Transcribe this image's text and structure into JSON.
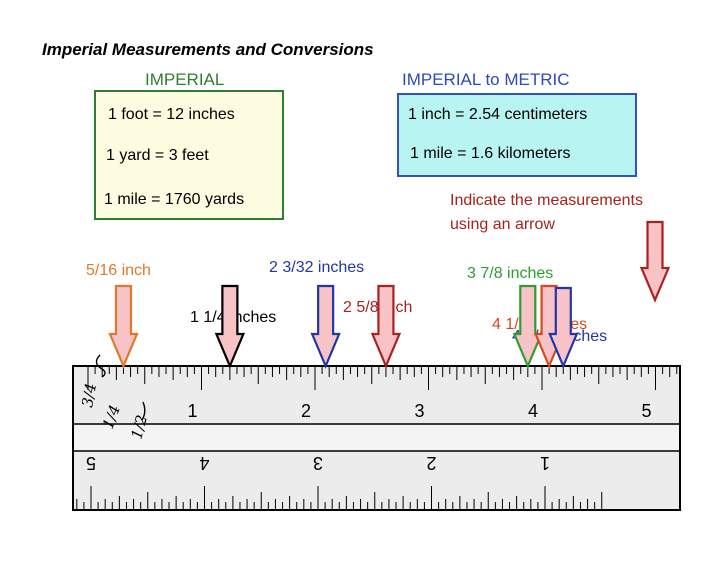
{
  "title": "Imperial Measurements and Conversions",
  "imperial": {
    "heading": "IMPERIAL",
    "lines": [
      "1 foot = 12 inches",
      "1 yard = 3 feet",
      "1 mile = 1760 yards"
    ]
  },
  "metric": {
    "heading": "IMPERIAL to METRIC",
    "lines": [
      "1 inch = 2.54 centimeters",
      "1 mile = 1.6 kilometers"
    ]
  },
  "instruction": [
    "Indicate the measurements",
    "using an arrow"
  ],
  "arrows": [
    {
      "label": "5/16 inch",
      "value": 0.3125,
      "color": "#e07a2b"
    },
    {
      "label": "1 1/4 inches",
      "value": 1.25,
      "color": "#000000"
    },
    {
      "label": "2 3/32 inches",
      "value": 2.09375,
      "color": "#2236a8"
    },
    {
      "label": "2 5/8 inch",
      "value": 2.625,
      "color": "#a8221e"
    },
    {
      "label": "3 7/8 inches",
      "value": 3.875,
      "color": "#2e9e2e"
    },
    {
      "label": "4 1/16 inches",
      "value": 4.0625,
      "color": "#d9481f"
    },
    {
      "label": "4 3/16 inches",
      "value": 4.1875,
      "color": "#2236a8"
    },
    {
      "label": "",
      "value": null,
      "color": "#a8221e"
    }
  ],
  "ruler": {
    "top_numbers": [
      "1",
      "2",
      "3",
      "4",
      "5"
    ],
    "bottom_numbers": [
      "5",
      "4",
      "3",
      "2",
      "1"
    ],
    "handwritten_fractions": [
      "3/4",
      "1/4",
      "1/2"
    ]
  },
  "colors": {
    "arrow_fill": "#f7c3c6",
    "imperial_border": "#2e7d32",
    "metric_border": "#3250c8",
    "metric_fill": "#b8f5f2",
    "imperial_fill": "#fdfbe0"
  }
}
